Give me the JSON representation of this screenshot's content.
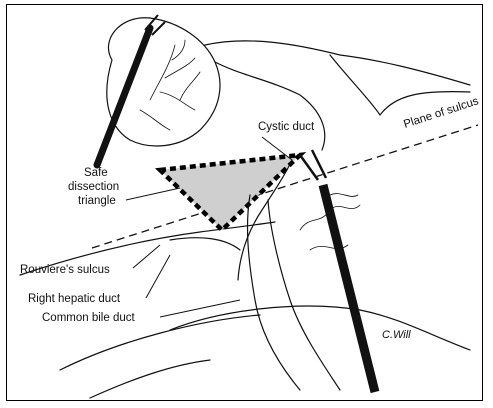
{
  "labels": {
    "cystic_duct": "Cystic duct",
    "plane_of_sulcus": "Plane of sulcus",
    "safe_line1": "Safe",
    "safe_line2": "dissection",
    "safe_line3": "triangle",
    "rouviere": "Rouviere's sulcus",
    "right_hepatic": "Right hepatic duct",
    "common_bile": "Common bile duct",
    "signature": "C.Will"
  },
  "colors": {
    "triangle_fill": "#cfcfcf",
    "line": "#111111"
  }
}
